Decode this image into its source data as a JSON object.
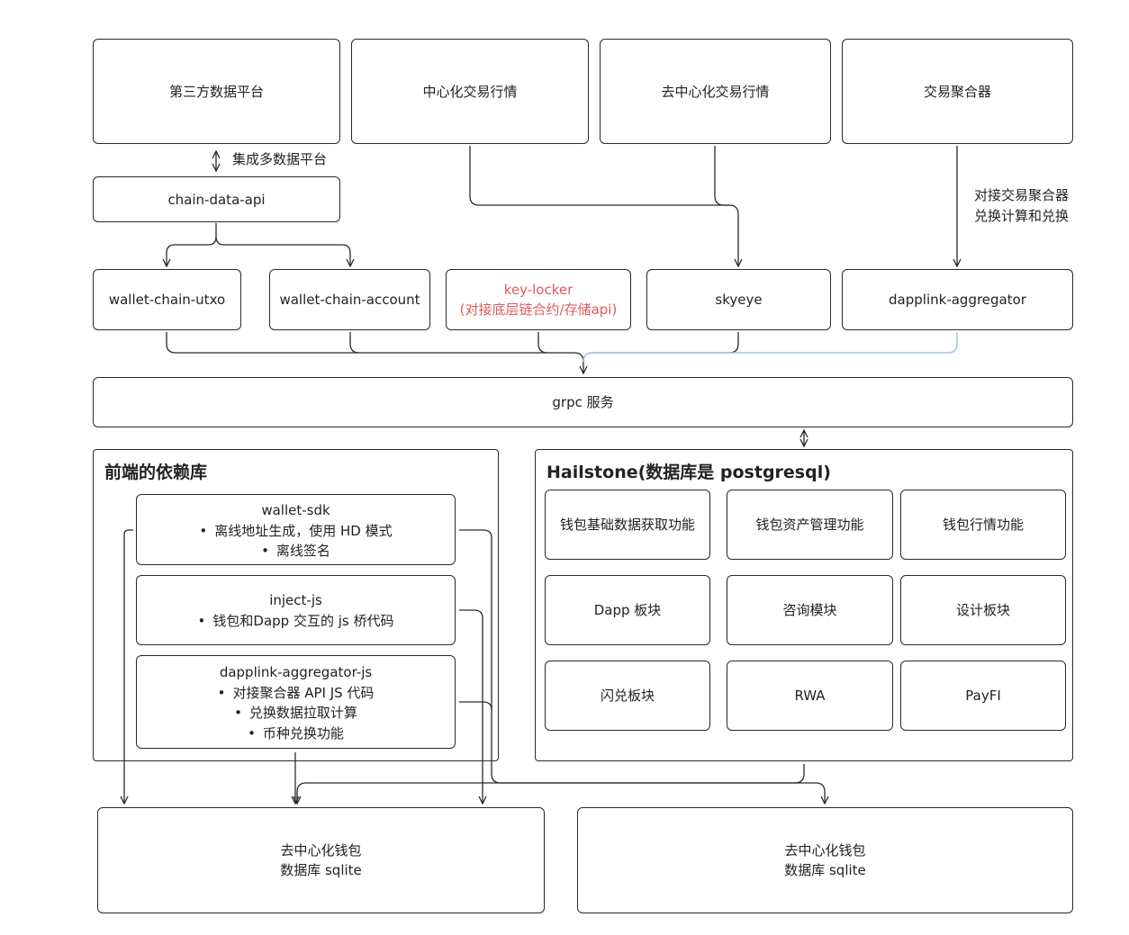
{
  "top_boxes": {
    "third_party": "第三方数据平台",
    "cex": "中心化交易行情",
    "dex": "去中心化交易行情",
    "aggregator": "交易聚合器"
  },
  "labels": {
    "integrate_multi": "集成多数据平台",
    "aggregator_note_1": "对接交易聚合器",
    "aggregator_note_2": "兑换计算和兑换"
  },
  "chain_data_api": "chain-data-api",
  "services": {
    "utxo": "wallet-chain-utxo",
    "account": "wallet-chain-account",
    "key_locker_title": "key-locker",
    "key_locker_sub": "(对接底层链合约/存储api)",
    "skyeye": "skyeye",
    "dapplink_aggregator": "dapplink-aggregator"
  },
  "grpc": "grpc 服务",
  "frontend": {
    "title": "前端的依赖库",
    "libs": [
      {
        "name": "wallet-sdk",
        "bullets": [
          "离线地址生成，使用 HD 模式",
          "离线签名"
        ]
      },
      {
        "name": "inject-js",
        "bullets": [
          "钱包和Dapp 交互的 js 桥代码"
        ]
      },
      {
        "name": "dapplink-aggregator-js",
        "bullets": [
          "对接聚合器 API JS 代码",
          "兑换数据拉取计算",
          "币种兑换功能"
        ]
      }
    ]
  },
  "hailstone": {
    "title": "Hailstone(数据库是 postgresql)",
    "modules": [
      "钱包基础数据获取功能",
      "钱包资产管理功能",
      "钱包行情功能",
      "Dapp 板块",
      "咨询模块",
      "设计板块",
      "闪兑板块",
      "RWA",
      "PayFI"
    ]
  },
  "bottom": {
    "left_line1": "去中心化钱包",
    "left_line2": "数据库 sqlite",
    "right_line1": "去中心化钱包",
    "right_line2": "数据库 sqlite"
  },
  "colors": {
    "stroke": "#2a2a2a",
    "highlight_line": "#a9c4f2",
    "key_locker_text": "#e05a5a"
  }
}
